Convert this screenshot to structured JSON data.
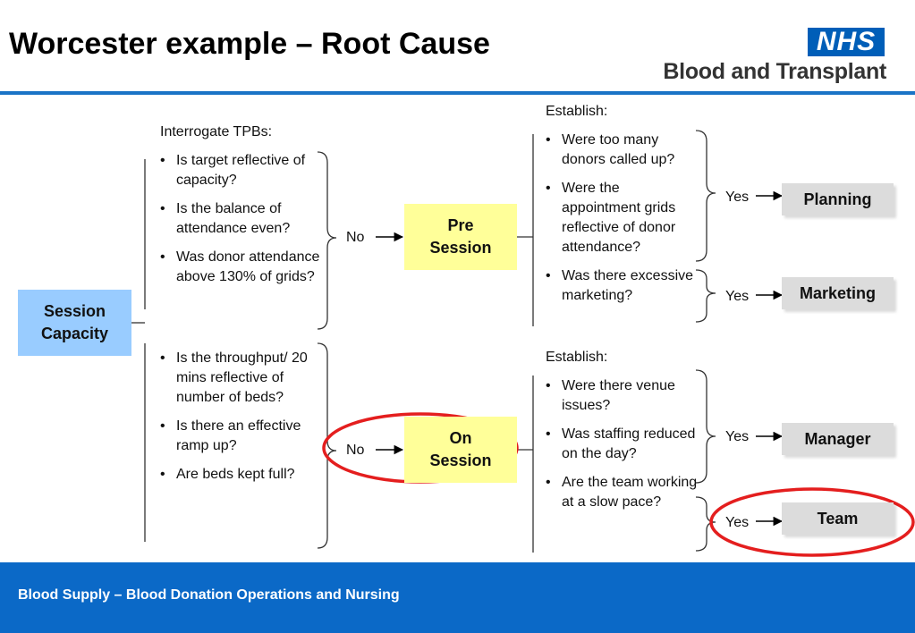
{
  "header": {
    "title": "Worcester example – Root Cause",
    "logo": {
      "badge": "NHS",
      "text": "Blood and Transplant"
    }
  },
  "footer": {
    "text": "Blood Supply – Blood Donation Operations and Nursing"
  },
  "colors": {
    "accent_blue": "#1a73c6",
    "footer_blue": "#0b69c7",
    "root_box": "#99ccff",
    "stage_box": "#ffff99",
    "outcome_box": "#dcdcdc",
    "highlight_ring": "#e41e1e"
  },
  "root": {
    "label": "Session Capacity"
  },
  "upper": {
    "heading": "Interrogate TPBs:",
    "questions": [
      "Is target reflective of capacity?",
      "Is the balance of attendance even?",
      "Was donor attendance above 130% of grids?"
    ],
    "answer": "No",
    "stage": "Pre Session",
    "establish_heading": "Establish:",
    "establish": [
      "Were too many donors called up?",
      "Were the appointment grids reflective of donor attendance?",
      "Was there excessive marketing?"
    ],
    "outcomes": [
      {
        "answer": "Yes",
        "label": "Planning"
      },
      {
        "answer": "Yes",
        "label": "Marketing"
      }
    ]
  },
  "lower": {
    "questions": [
      "Is the throughput/ 20 mins reflective of number of beds?",
      "Is there an effective ramp up?",
      "Are beds kept full?"
    ],
    "answer": "No",
    "stage": "On Session",
    "establish_heading": "Establish:",
    "establish": [
      "Were there venue issues?",
      "Was staffing reduced on the day?",
      "Are the team working at a slow pace?"
    ],
    "outcomes": [
      {
        "answer": "Yes",
        "label": "Manager"
      },
      {
        "answer": "Yes",
        "label": "Team"
      }
    ]
  }
}
